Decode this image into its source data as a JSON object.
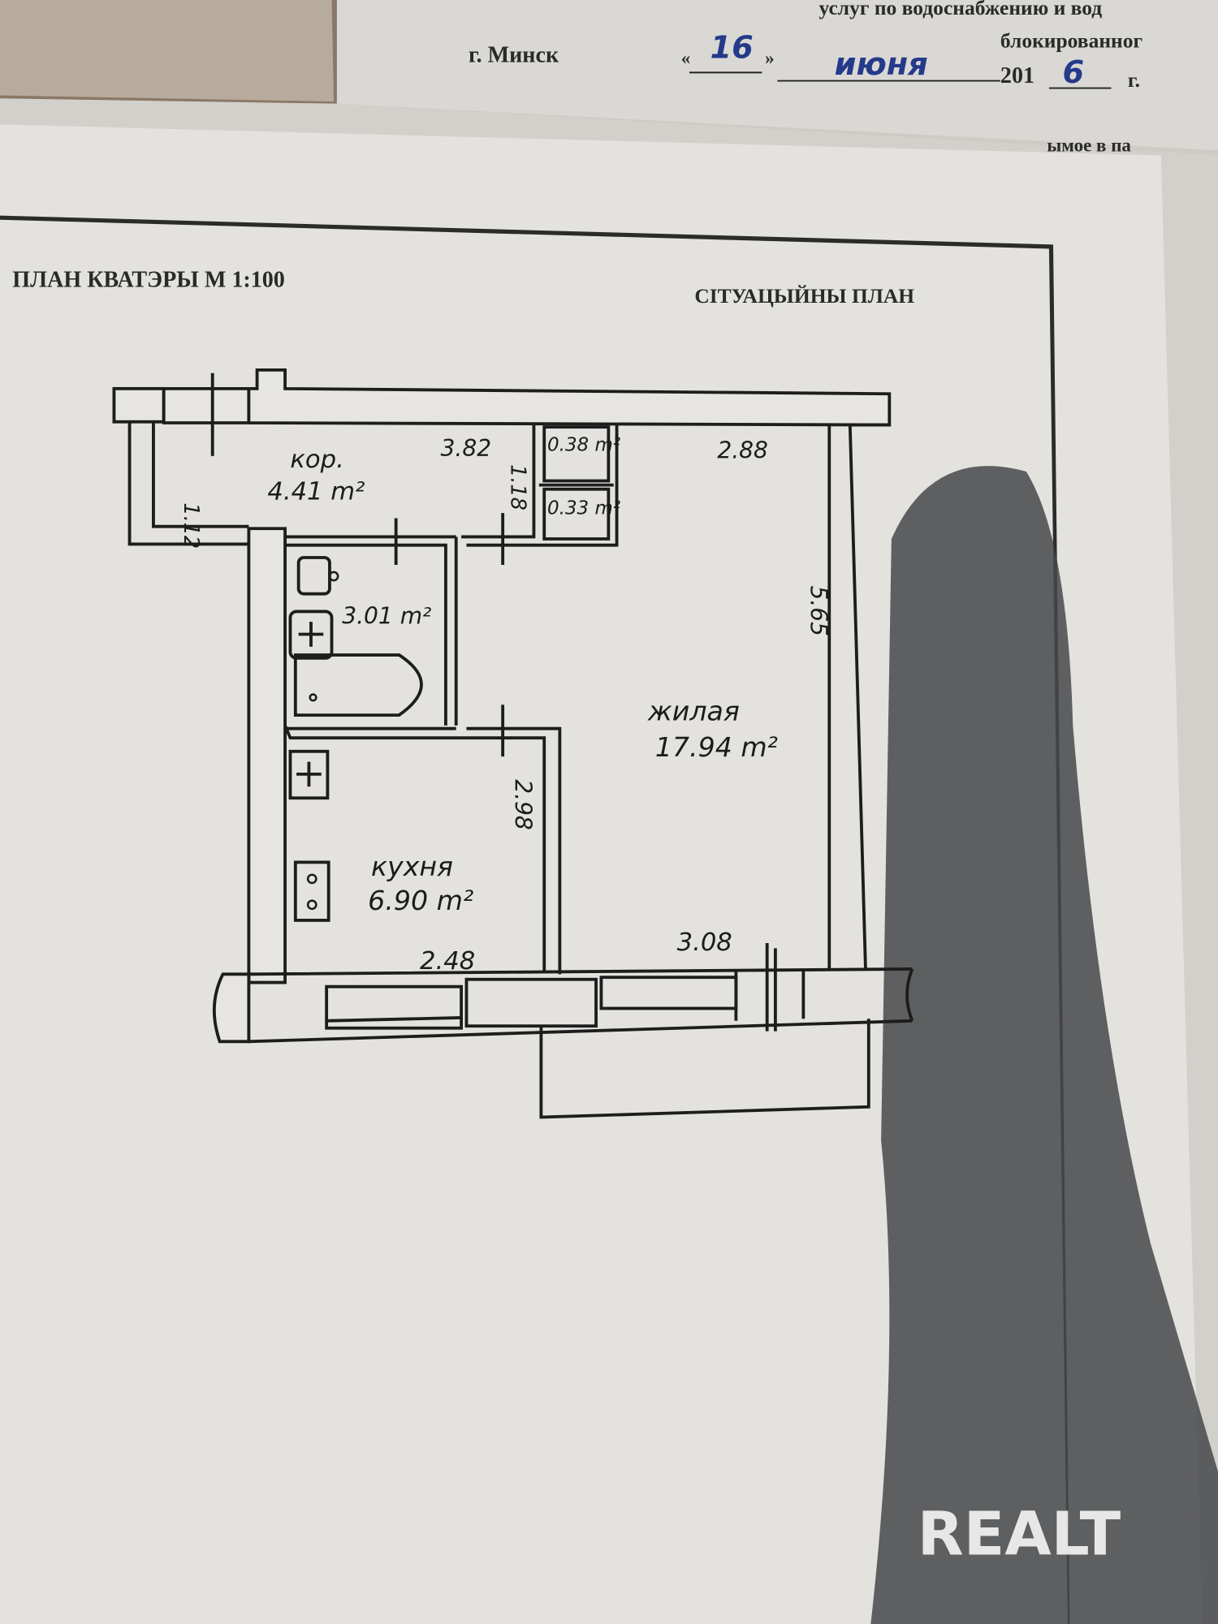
{
  "header_doc": {
    "line1": "услуг по водоснабжению и вод",
    "line2": "блокированног",
    "city": "г. Минск",
    "day": "16",
    "month": "июня",
    "year_prefix": "201",
    "year_suffix": "6",
    "year_abbr": "г.",
    "line3": "ымое   в   па"
  },
  "plan": {
    "title_left": "ПЛАН КВАТЭРЫ М 1:100",
    "title_right": "СІТУАЦЫЙНЫ ПЛАН",
    "rooms": {
      "corridor_name": "кор.",
      "corridor_area": "4.41 m²",
      "bath_area": "3.01 m²",
      "closet1_area": "0.38 m²",
      "closet2_area": "0.33 m²",
      "living_name": "жилая",
      "living_area": "17.94 m²",
      "kitchen_name": "кухня",
      "kitchen_area": "6.90 m²"
    },
    "dimensions": {
      "corr_height": "1.12",
      "corr_width": "3.82",
      "closet_height": "1.18",
      "living_top": "2.88",
      "living_height": "5.65",
      "kitchen_height": "2.98",
      "kitchen_width": "2.48",
      "living_bottom": "3.08"
    }
  },
  "watermark": "REALT"
}
